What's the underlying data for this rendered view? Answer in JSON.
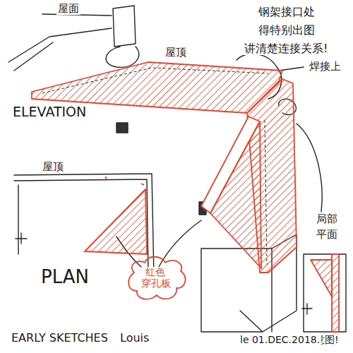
{
  "diagram": {
    "labels": [
      "屋面",
      "钢架接口处",
      "得特别出图",
      "讲清楚连接关系!",
      "屋顶",
      "焊接上",
      "ELEVATION",
      "屋顶",
      "局部",
      "平面",
      "PLAN",
      "红色",
      "穿孔板",
      "示意图!",
      "EARLY SKETCHES",
      "Louis",
      "le 01.DEC.2018."
    ]
  }
}
